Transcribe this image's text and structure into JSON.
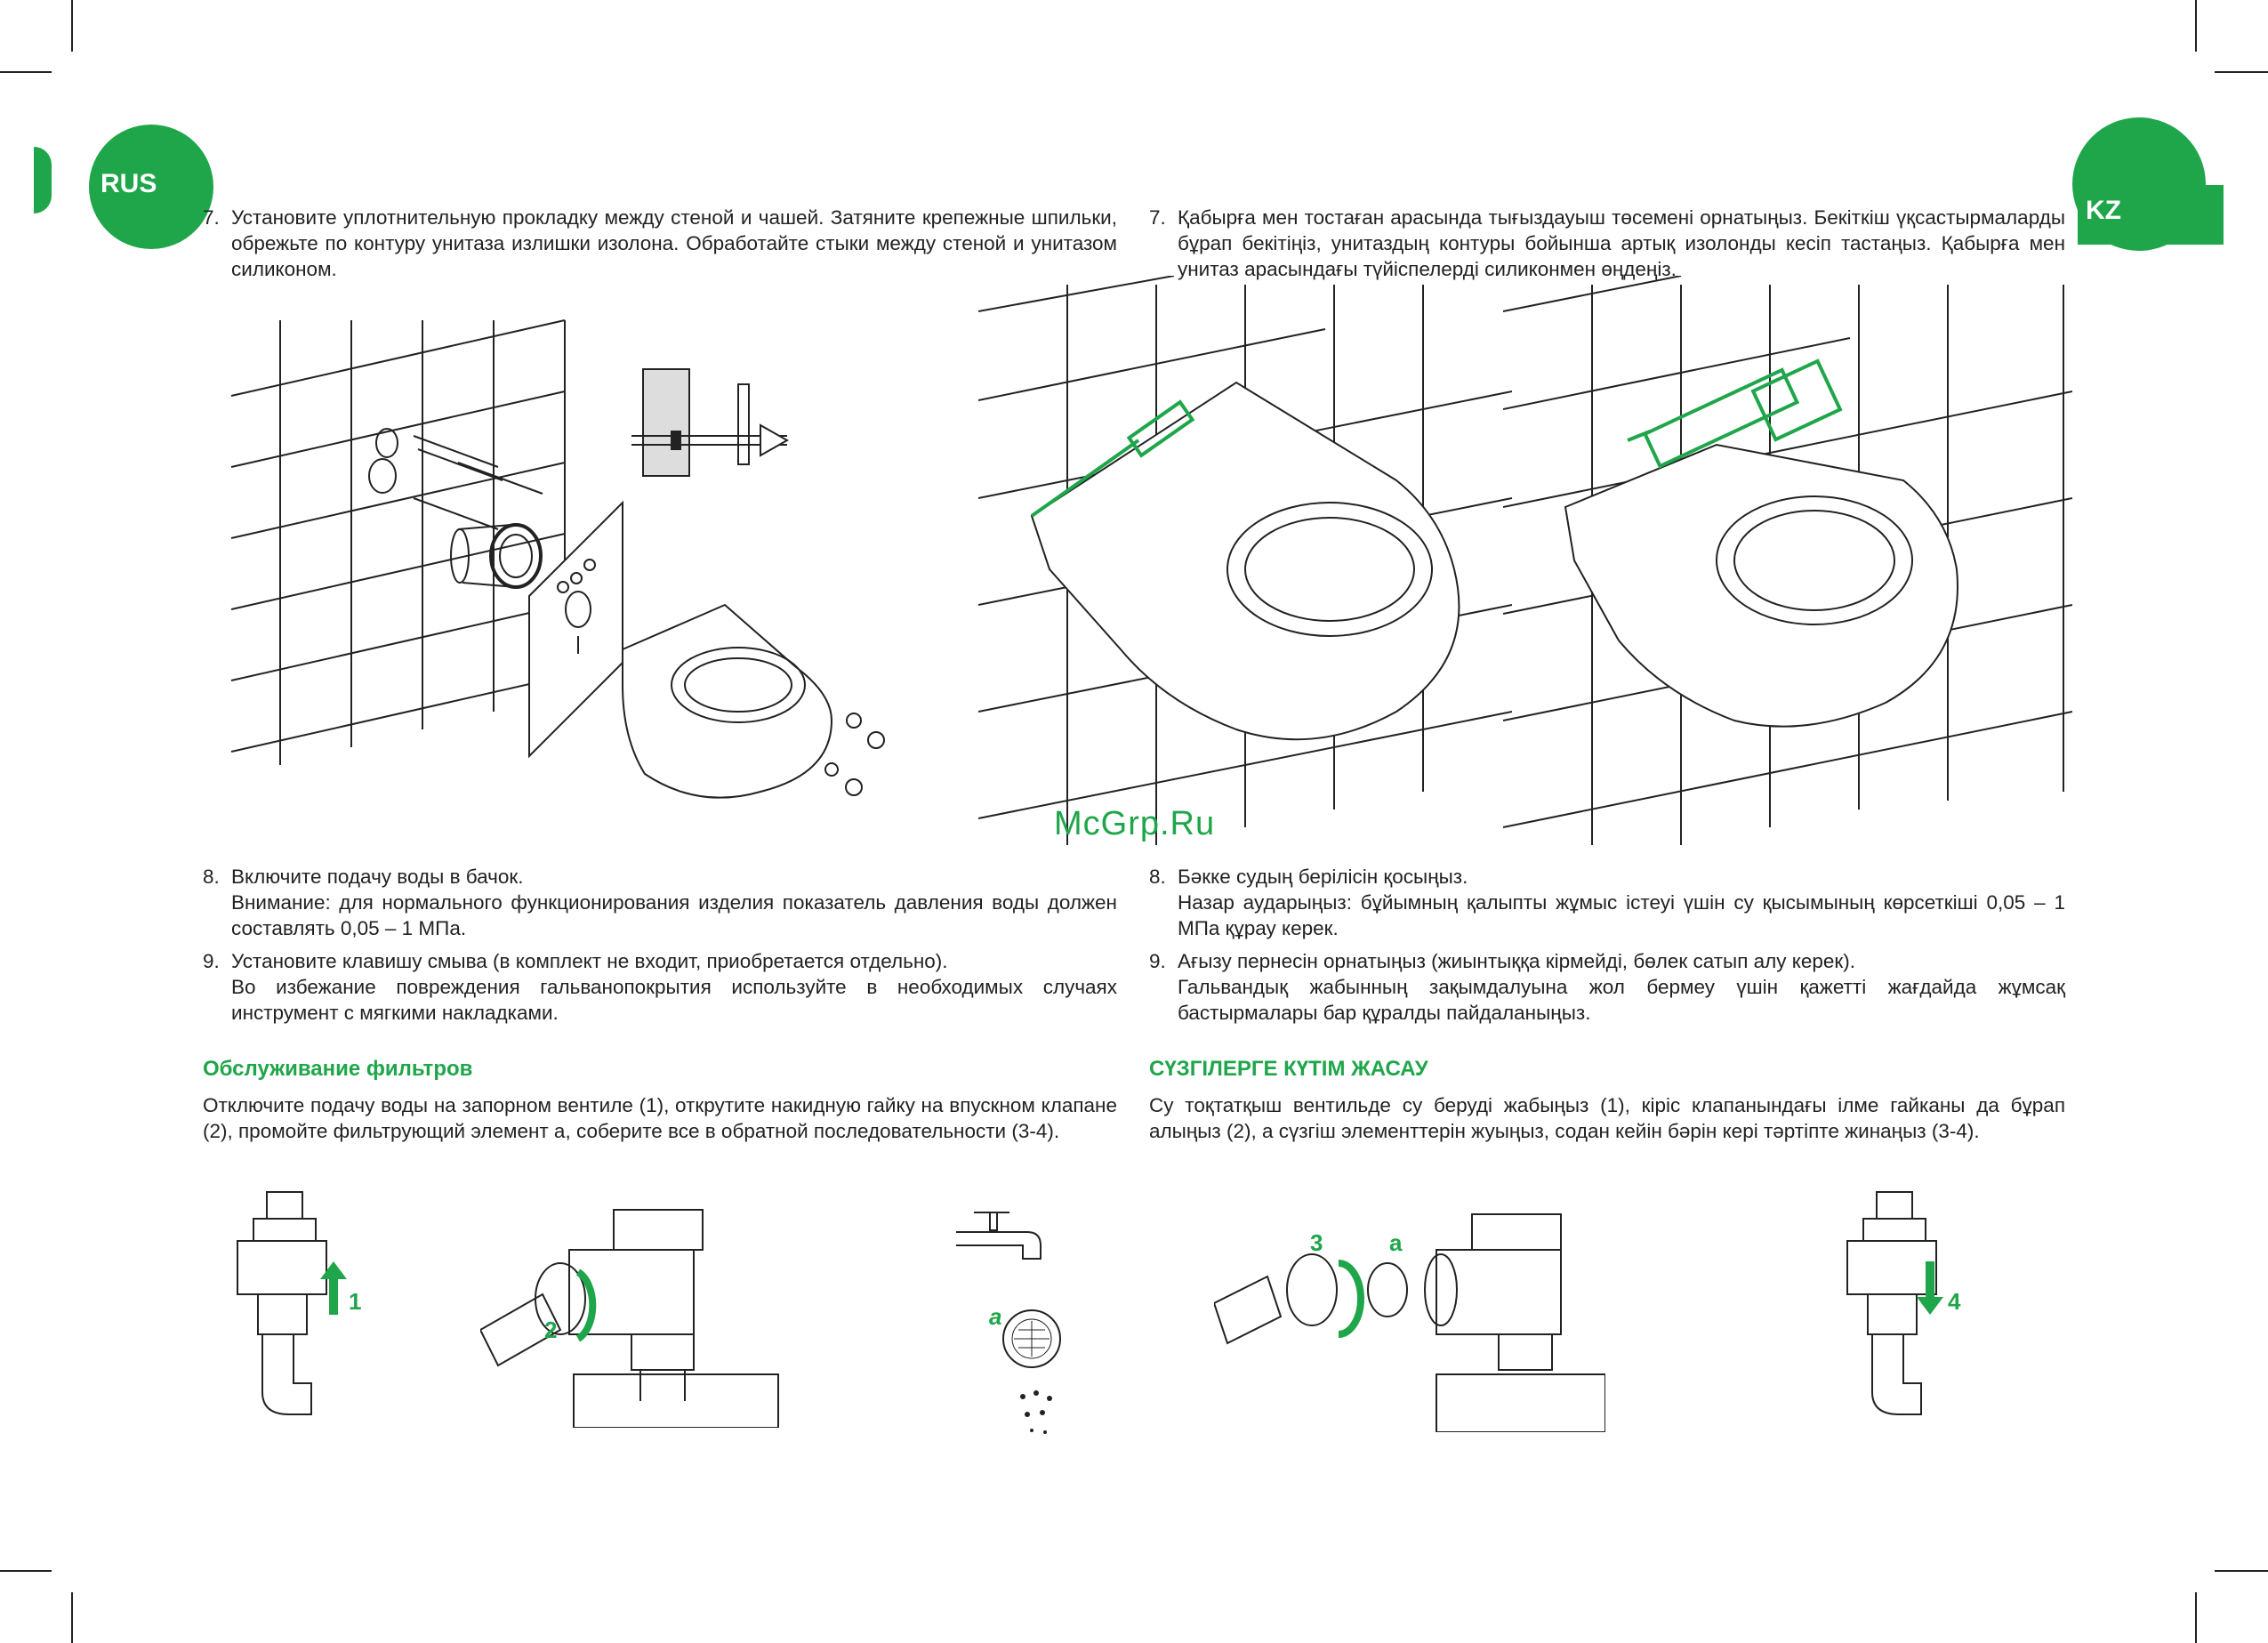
{
  "rus": {
    "badge": "RUS",
    "step7": {
      "num": "7.",
      "text": "Установите уплотнительную прокладку между стеной и чашей. Затяните крепежные шпильки, обрежьте по контуру унитаза излишки изолона. Обработайте стыки между стеной и унитазом силиконом."
    },
    "step8": {
      "num": "8.",
      "line1": "Включите подачу воды в бачок.",
      "line2": "Внимание: для нормального функционирования изделия показатель давления воды должен составлять 0,05 – 1 МПа."
    },
    "step9": {
      "num": "9.",
      "line1": "Установите клавишу смыва (в комплект не входит, приобретается отдельно).",
      "line2": "Во избежание повреждения гальванопокрытия используйте в необходимых случаях инструмент с мягкими накладками."
    },
    "filters_heading": "Обслуживание фильтров",
    "filters_text": "Отключите подачу воды на запорном вентиле (1), открутите накидную гайку на впускном клапане (2), промойте фильтрующий элемент а, соберите все в обратной последовательности (3-4)."
  },
  "kz": {
    "badge": "KZ",
    "step7": {
      "num": "7.",
      "text": "Қабырға мен тостаған арасында тығыздауыш төсемені орнатыңыз. Бекіткіш үқсастырмаларды бұрап бекітіңіз, унитаздың контуры бойынша артық изолонды кесіп тастаңыз. Қабырға мен унитаз арасындағы түйіспелерді силиконмен өңдеңіз."
    },
    "step8": {
      "num": "8.",
      "line1": "Бәкке судың берілісін қосыңыз.",
      "line2": "Назар аударыңыз: бұйымның қалыпты жұмыс істеуі үшін су қысымының көрсеткіші 0,05 – 1 МПа құрау керек."
    },
    "step9": {
      "num": "9.",
      "line1": "Ағызу пернесін орнатыңыз (жиынтыққа кірмейді, бөлек сатып алу керек).",
      "line2": "Гальвандық жабынның зақымдалуына жол бермеу үшін қажетті жағдайда жұмсақ бастырмалары бар құралды пайдаланыңыз."
    },
    "filters_heading": "СҮЗГІЛЕРГЕ КҮТІМ ЖАСАУ",
    "filters_text": "Су тоқтатқыш вентильде су беруді жабыңыз (1), кіріс клапанындағы ілме гайканы да бұрап алыңыз (2), а сүзгіш элементтерін жуыңыз, содан кейін бәрін кері тәртіпте жинаңыз (3-4)."
  },
  "watermark": "McGrp.Ru",
  "filter_steps": {
    "s1": "1",
    "s2": "2",
    "a1": "a",
    "s3": "3",
    "a2": "a",
    "s4": "4"
  },
  "colors": {
    "accent": "#1fa64a",
    "ink": "#222222"
  },
  "icons": [
    "arrow-up-icon",
    "arrow-down-icon",
    "rotate-arrow-icon",
    "faucet-icon",
    "water-drops-icon"
  ]
}
